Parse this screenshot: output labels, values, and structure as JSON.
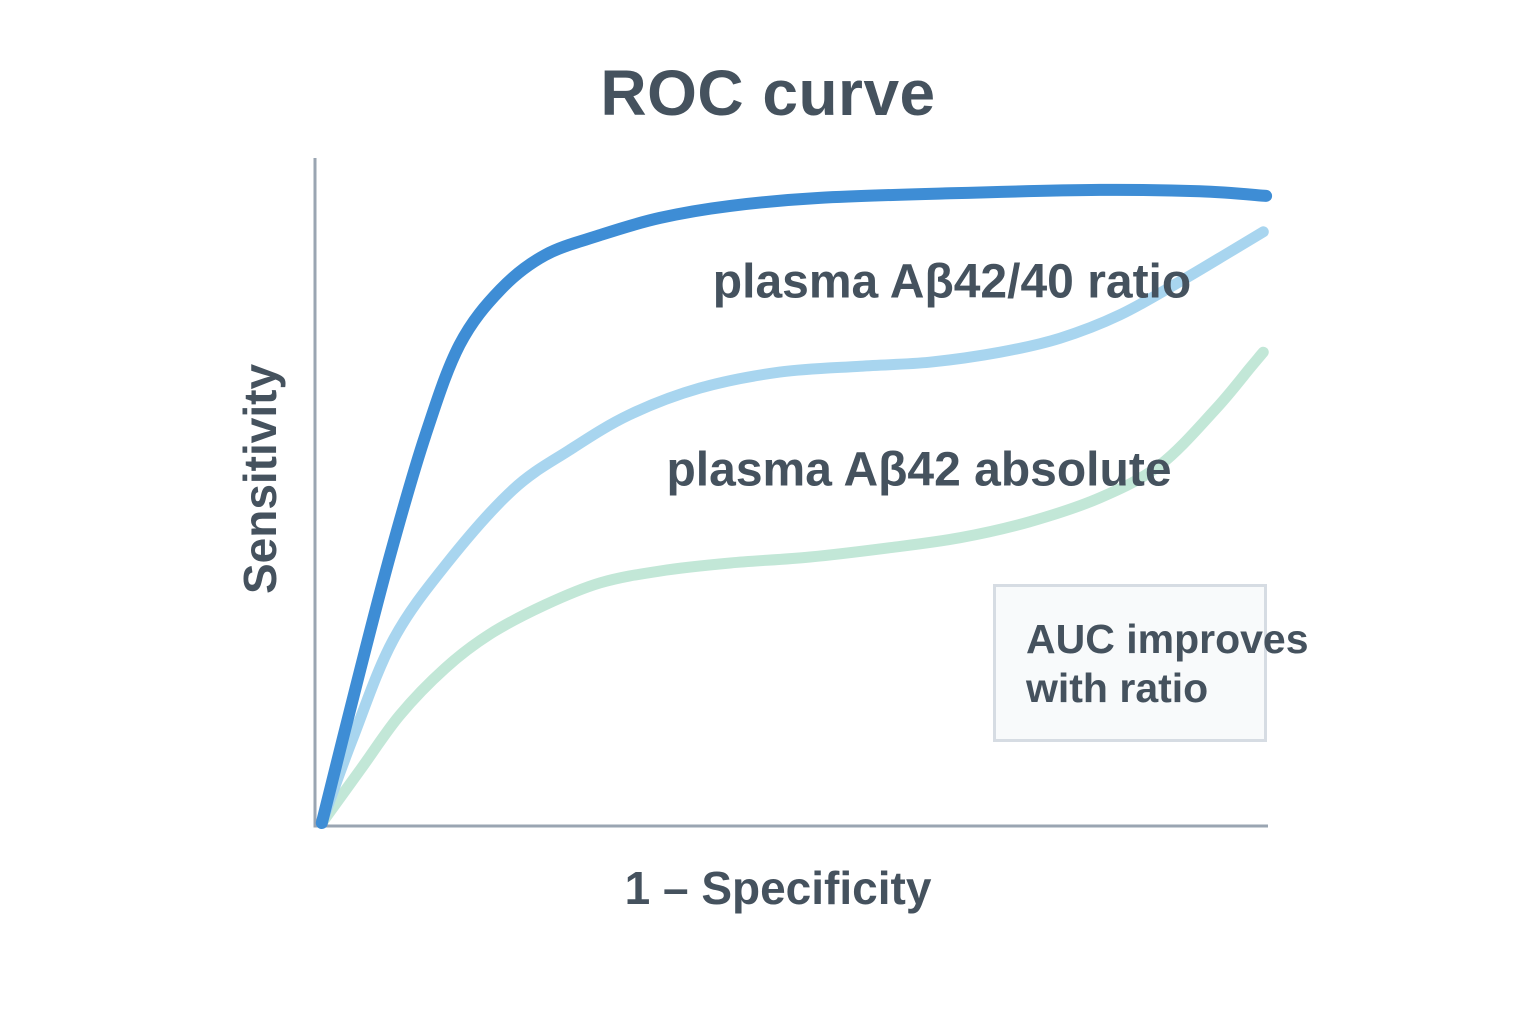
{
  "chart_data": {
    "type": "line",
    "title": "ROC curve",
    "xlabel": "1 – Specificity",
    "ylabel": "Sensitivity",
    "xlim": [
      0,
      1
    ],
    "ylim": [
      0,
      1
    ],
    "grid": false,
    "tick_labels": false,
    "legend_position": "inline-labels",
    "background_color": "#ffffff",
    "axis_color": "#9aa5b2",
    "text_color": "#45525e",
    "series": [
      {
        "name": "plasma-ab42-40-ratio",
        "label": "plasma Aβ42/40 ratio",
        "color": "#3e8dd5",
        "line_width": 12,
        "points": [
          [
            0.004,
            0.003
          ],
          [
            0.039,
            0.203
          ],
          [
            0.076,
            0.406
          ],
          [
            0.113,
            0.586
          ],
          [
            0.149,
            0.722
          ],
          [
            0.192,
            0.805
          ],
          [
            0.239,
            0.857
          ],
          [
            0.297,
            0.887
          ],
          [
            0.36,
            0.913
          ],
          [
            0.434,
            0.931
          ],
          [
            0.528,
            0.943
          ],
          [
            0.665,
            0.95
          ],
          [
            0.823,
            0.955
          ],
          [
            0.928,
            0.953
          ],
          [
            0.998,
            0.946
          ]
        ]
      },
      {
        "name": "plasma-ab42-absolute",
        "label": "plasma Aβ42 absolute",
        "color": "#a8d5ef",
        "line_width": 11,
        "points": [
          [
            0.004,
            0.003
          ],
          [
            0.036,
            0.128
          ],
          [
            0.079,
            0.278
          ],
          [
            0.136,
            0.394
          ],
          [
            0.205,
            0.504
          ],
          [
            0.265,
            0.564
          ],
          [
            0.328,
            0.617
          ],
          [
            0.402,
            0.657
          ],
          [
            0.486,
            0.681
          ],
          [
            0.571,
            0.69
          ],
          [
            0.644,
            0.696
          ],
          [
            0.718,
            0.711
          ],
          [
            0.781,
            0.732
          ],
          [
            0.844,
            0.767
          ],
          [
            0.907,
            0.817
          ],
          [
            0.96,
            0.862
          ],
          [
            0.995,
            0.892
          ]
        ]
      },
      {
        "name": "third-unlabeled-curve",
        "label": "",
        "color": "#c2e7d7",
        "line_width": 11,
        "points": [
          [
            0.004,
            0.003
          ],
          [
            0.046,
            0.086
          ],
          [
            0.086,
            0.165
          ],
          [
            0.134,
            0.236
          ],
          [
            0.181,
            0.287
          ],
          [
            0.239,
            0.331
          ],
          [
            0.297,
            0.364
          ],
          [
            0.36,
            0.382
          ],
          [
            0.434,
            0.394
          ],
          [
            0.518,
            0.403
          ],
          [
            0.602,
            0.417
          ],
          [
            0.676,
            0.432
          ],
          [
            0.749,
            0.456
          ],
          [
            0.823,
            0.492
          ],
          [
            0.886,
            0.541
          ],
          [
            0.944,
            0.624
          ],
          [
            0.981,
            0.687
          ],
          [
            0.995,
            0.711
          ]
        ]
      }
    ],
    "annotation_box": {
      "lines": [
        "AUC improves",
        "with ratio"
      ],
      "border_color": "#d6dce3",
      "bg_color": "#f8fafb"
    }
  }
}
